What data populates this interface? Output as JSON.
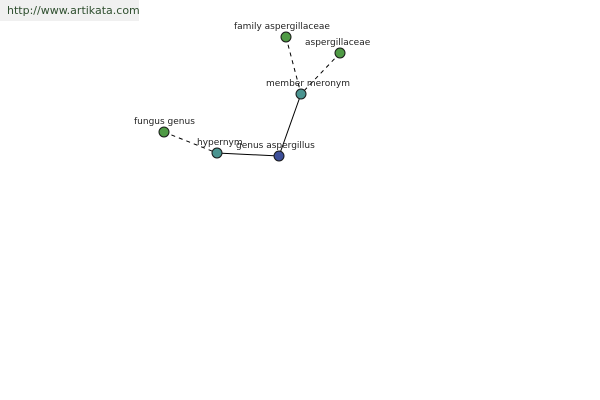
{
  "watermark": {
    "url": "http://www.artikata.com"
  },
  "graph": {
    "nodes": [
      {
        "id": "family",
        "label": "family aspergillaceae",
        "color": "#4f9a45"
      },
      {
        "id": "aspergillaceae",
        "label": "aspergillaceae",
        "color": "#4f9a45"
      },
      {
        "id": "member",
        "label": "member meronym",
        "color": "#4a9490"
      },
      {
        "id": "fungus",
        "label": "fungus genus",
        "color": "#4f9a45"
      },
      {
        "id": "hypernym",
        "label": "hypernym",
        "color": "#4a9490"
      },
      {
        "id": "genus",
        "label": "genus aspergillus",
        "color": "#3d4f9a"
      }
    ],
    "edges": [
      {
        "from": "family",
        "to": "member",
        "style": "dashed"
      },
      {
        "from": "aspergillaceae",
        "to": "member",
        "style": "dashed"
      },
      {
        "from": "member",
        "to": "genus",
        "style": "solid"
      },
      {
        "from": "fungus",
        "to": "hypernym",
        "style": "dashed"
      },
      {
        "from": "hypernym",
        "to": "genus",
        "style": "solid"
      }
    ]
  }
}
